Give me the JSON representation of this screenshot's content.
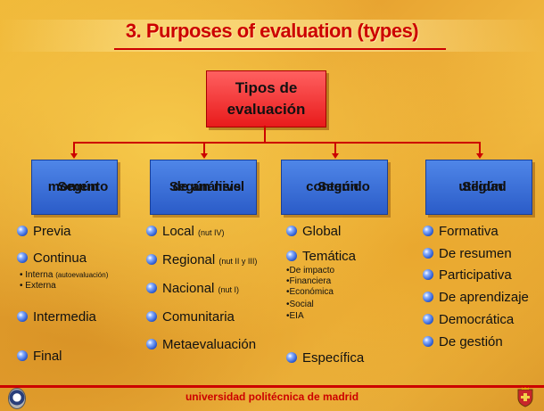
{
  "title": "3. Purposes of evaluation (types)",
  "center": {
    "line1": "Tipos de",
    "line2": "evaluación"
  },
  "categories": [
    {
      "line1": "Según",
      "line2": "momento"
    },
    {
      "line1": "Según nivel",
      "line2": "de análisis"
    },
    {
      "line1": "Según",
      "line2": "contenido"
    },
    {
      "line1": "Según",
      "line2": "utilidad"
    }
  ],
  "col1": {
    "previa": "Previa",
    "continua": "Continua",
    "interna": "• Interna",
    "interna_note": "(autoevaluación)",
    "externa": "• Externa",
    "intermedia": "Intermedia",
    "final": "Final"
  },
  "col2": {
    "local": "Local",
    "local_note": "(nut IV)",
    "regional": "Regional",
    "regional_note": "(nut II y III)",
    "nacional": "Nacional",
    "nacional_note": "(nut I)",
    "comunitaria": "Comunitaria",
    "meta": "Metaevaluación"
  },
  "col3": {
    "global": "Global",
    "tematica": "Temática",
    "subs": [
      "•De impacto",
      "•Financiera",
      "•Económica",
      "•Social",
      "•EIA"
    ],
    "especifica": "Específica"
  },
  "col4": {
    "items": [
      "Formativa",
      "De resumen",
      "Participativa",
      "De aprendizaje",
      "Democrática",
      "De gestión"
    ]
  },
  "footer": "universidad politécnica de madrid",
  "colors": {
    "title": "#cc0000",
    "center_box": "#e81b1b",
    "category_box": "#2b5cc8",
    "background": "#efb53a"
  },
  "icons": {
    "bullet": "blue-sphere-bullet",
    "logo_left": "university-seal-icon",
    "logo_right": "coat-of-arms-icon"
  }
}
